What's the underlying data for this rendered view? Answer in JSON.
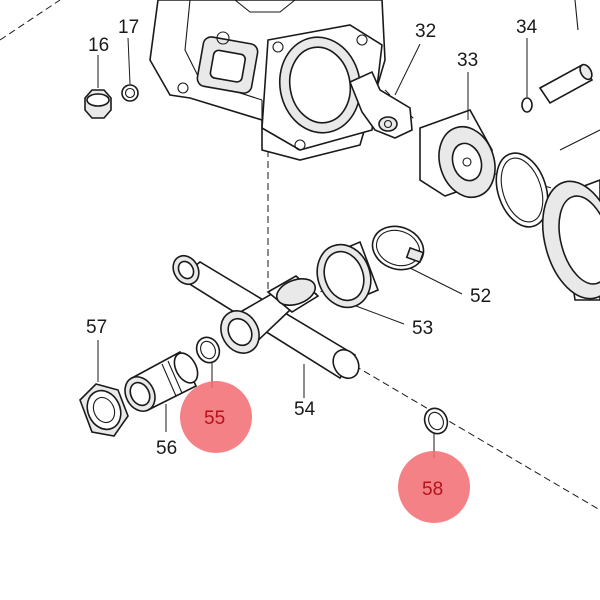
{
  "diagram": {
    "highlight_color": "#f26b70",
    "highlight_text_color": "#b3131b",
    "labels": {
      "p16": "16",
      "p17": "17",
      "p32": "32",
      "p33": "33",
      "p34": "34",
      "p52": "52",
      "p53": "53",
      "p54": "54",
      "p55": "55",
      "p56": "56",
      "p57": "57",
      "p58": "58"
    },
    "highlighted": [
      "55",
      "58"
    ]
  }
}
